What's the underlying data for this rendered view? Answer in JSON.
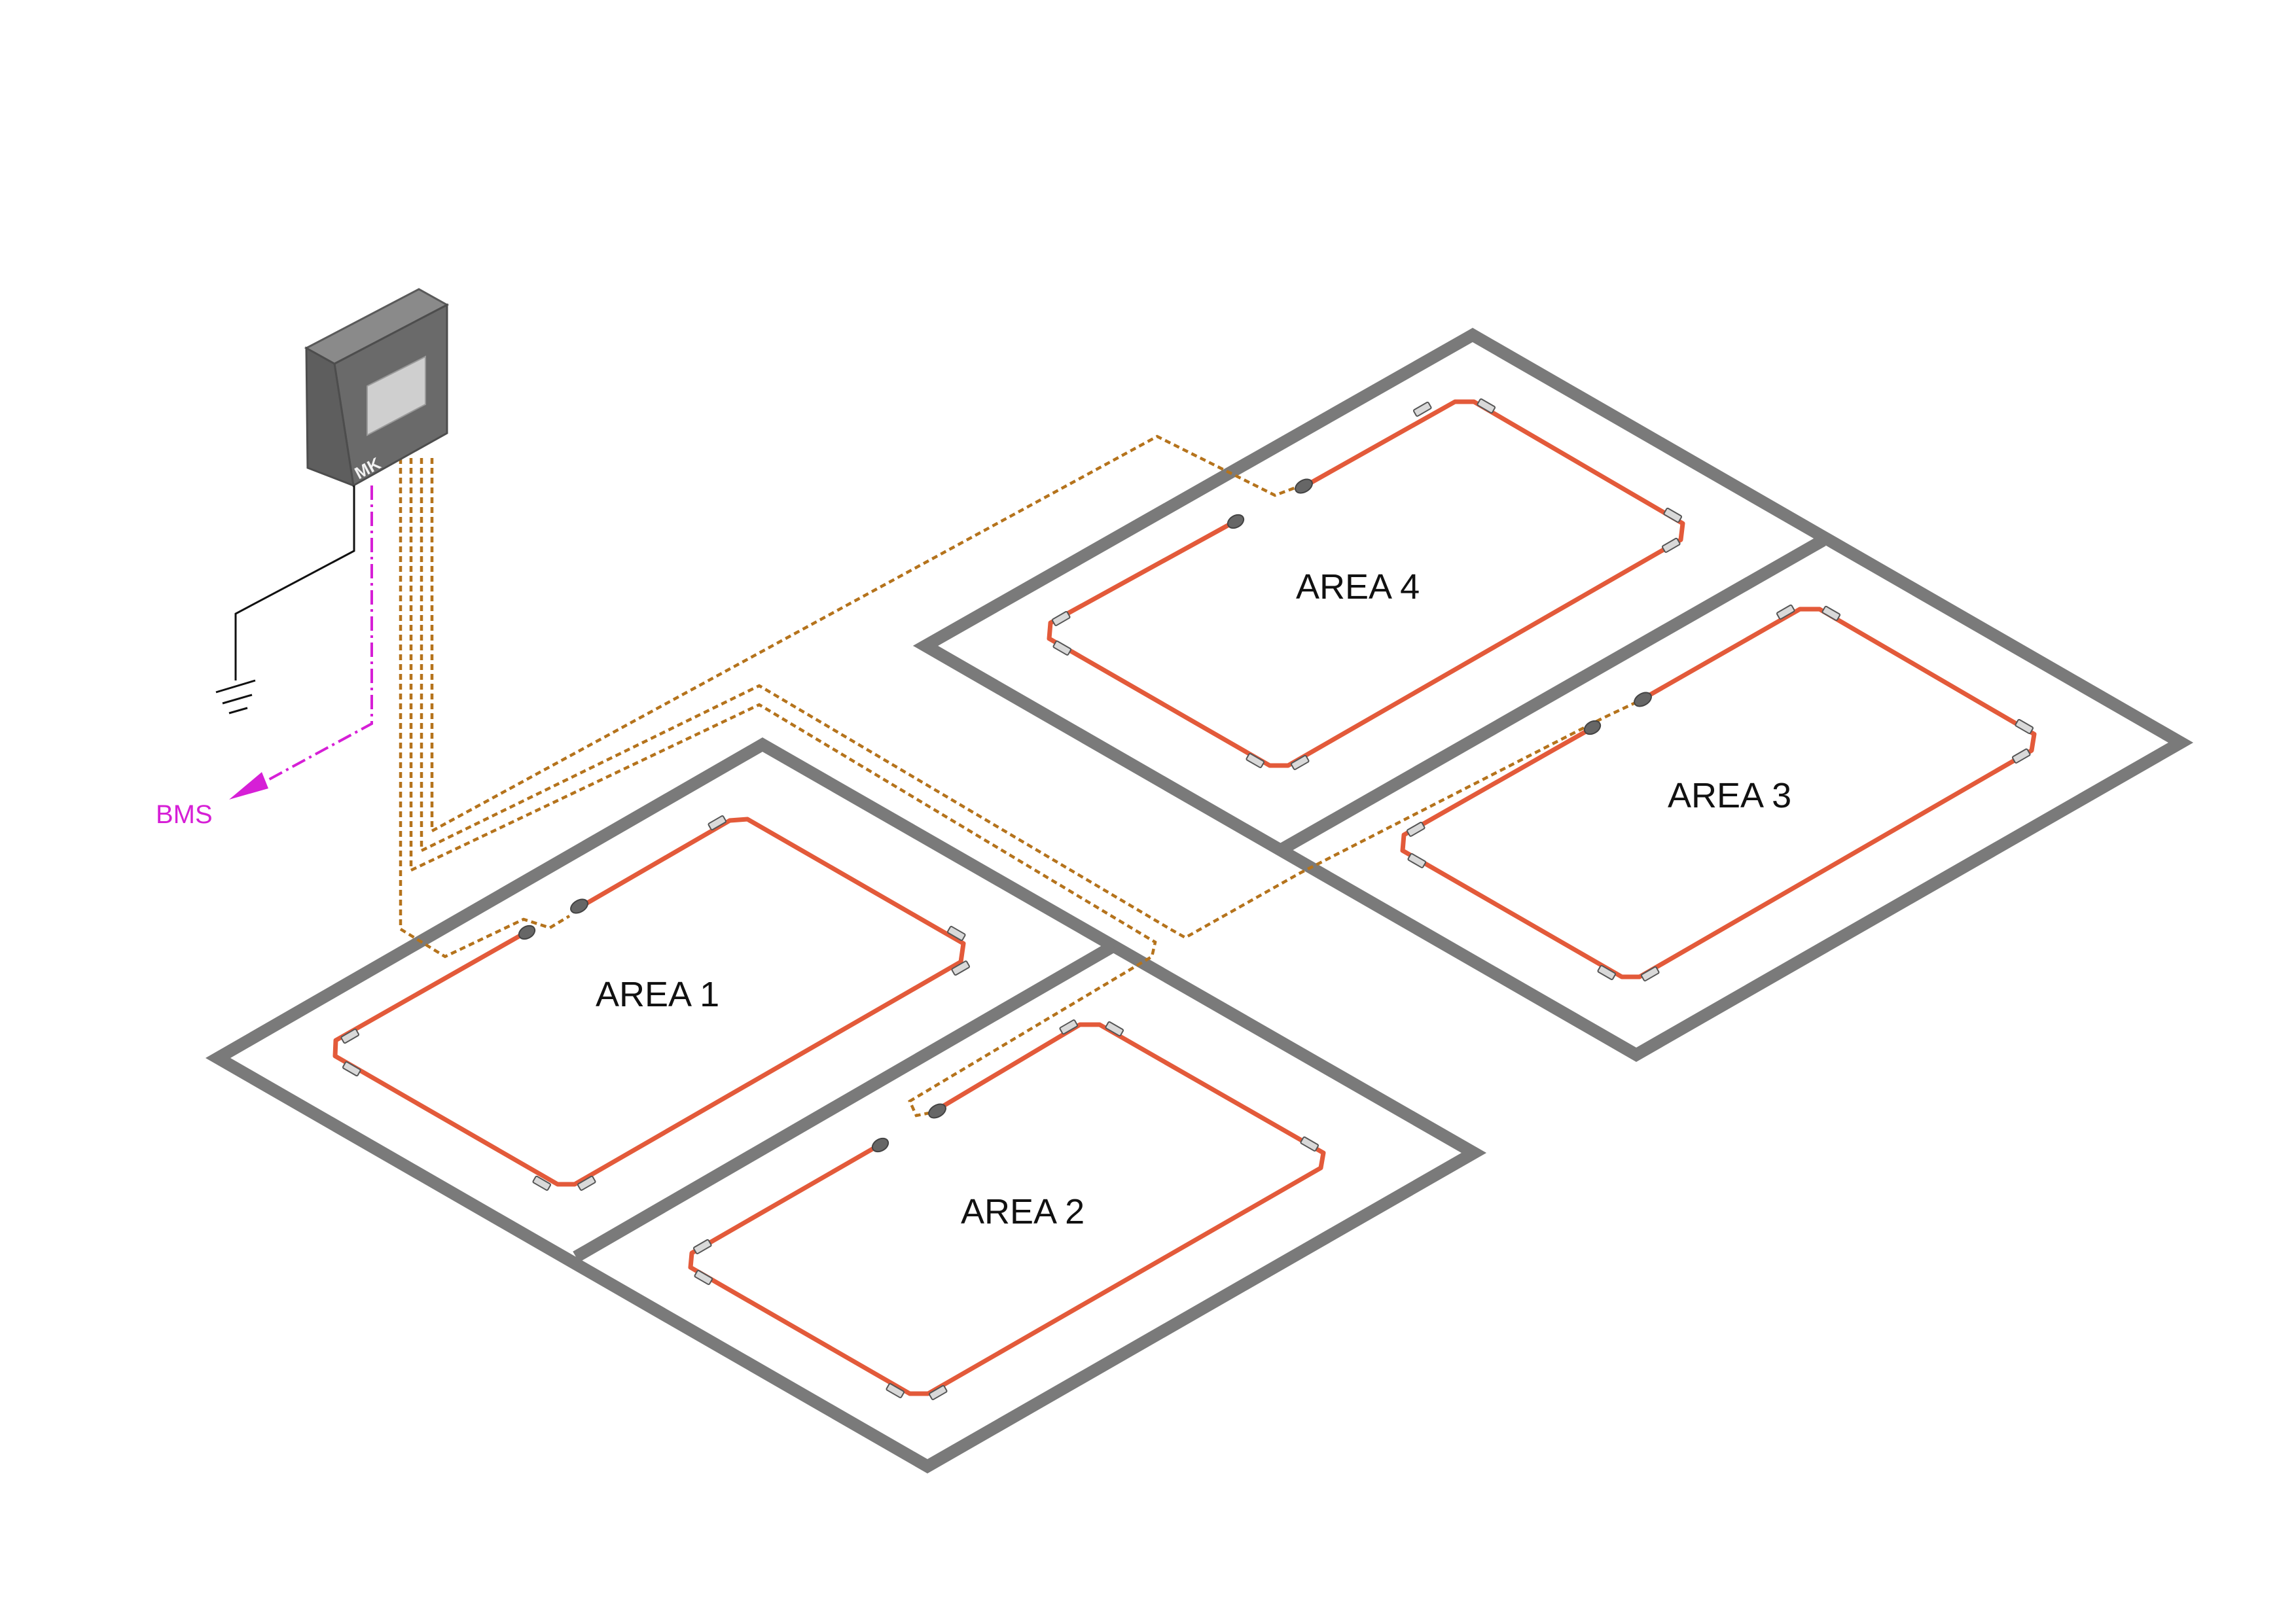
{
  "areas": [
    {
      "id": "area-1",
      "label": "AREA 1"
    },
    {
      "id": "area-2",
      "label": "AREA 2"
    },
    {
      "id": "area-3",
      "label": "AREA 3"
    },
    {
      "id": "area-4",
      "label": "AREA 4"
    }
  ],
  "controller": {
    "logo_text": "MK"
  },
  "bms": {
    "label": "BMS"
  },
  "colors": {
    "floor_border": "#7a7a7a",
    "heating_cable": "#e35a3a",
    "connection_cable": "#b5731c",
    "bms_line": "#d61fd6",
    "earth_line": "#111111",
    "controller_body": "#6a6a6a",
    "controller_screen": "#cfcfcf"
  }
}
